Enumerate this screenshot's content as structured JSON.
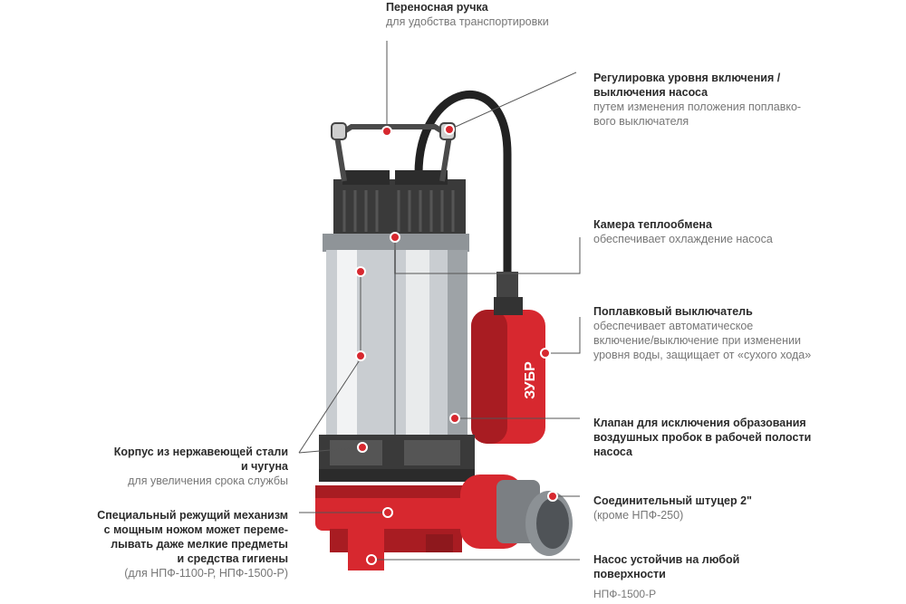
{
  "colors": {
    "accent": "#d7282f",
    "dark": "#333333",
    "steel": "#bfc3c7",
    "line": "#555555"
  },
  "brand": "ЗУБР",
  "callouts": {
    "handle": {
      "title": "Переносная ручка",
      "desc": "для удобства транспортировки"
    },
    "level": {
      "title": "Регулировка уровня включения /\nвыключения насоса",
      "desc": "путем изменения положения поплавко-\nвого выключателя"
    },
    "heat": {
      "title": "Камера теплообмена",
      "desc": "обеспечивает охлаждение насоса"
    },
    "float": {
      "title": "Поплавковый выключатель",
      "desc": "обеспечивает автоматическое\nвключение/выключение при изменении\nуровня воды, защищает от «сухого хода»"
    },
    "valve": {
      "title": "Клапан для исключения образования\nвоздушных пробок в рабочей полости\nнасоса",
      "desc": ""
    },
    "fitting": {
      "title": "Соединительный штуцер 2\"",
      "desc": "(кроме НПФ-250)"
    },
    "stable": {
      "title": "Насос устойчив на любой\nповерхности",
      "desc": ""
    },
    "body": {
      "title": "Корпус из нержавеющей стали\nи чугуна",
      "desc": "для увеличения срока службы"
    },
    "cutter": {
      "title": "Специальный режущий механизм\nс мощным ножом может переме-\nлывать даже мелкие предметы\nи средства гигиены",
      "desc": "(для НПФ-1100-Р, НПФ-1500-Р)"
    }
  },
  "model_label": "НПФ-1500-Р"
}
